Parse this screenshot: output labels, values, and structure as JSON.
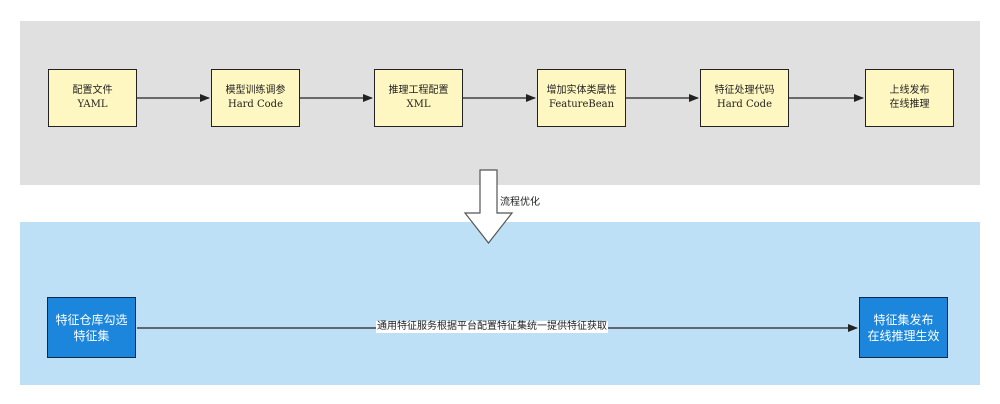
{
  "flow_old": {
    "steps": [
      {
        "line1": "配置文件",
        "line2": "YAML"
      },
      {
        "line1": "模型训练调参",
        "line2": "Hard  Code"
      },
      {
        "line1": "推理工程配置",
        "line2": "XML"
      },
      {
        "line1": "增加实体类属性",
        "line2": "FeatureBean"
      },
      {
        "line1": "特征处理代码",
        "line2": "Hard  Code"
      },
      {
        "line1": "上线发布",
        "line2": "在线推理"
      }
    ]
  },
  "transition": {
    "label": "流程优化"
  },
  "flow_new": {
    "start": {
      "line1": "特征仓库勾选",
      "line2": "特征集"
    },
    "connector_label": "通用特征服务根据平台配置特征集统一提供特征获取",
    "end": {
      "line1": "特征集发布",
      "line2": "在线推理生效"
    }
  },
  "colors": {
    "top_panel": "#e0e0e0",
    "bottom_panel": "#bde0f7",
    "old_box_fill": "#fff7c2",
    "new_box_fill": "#1b86dc"
  }
}
